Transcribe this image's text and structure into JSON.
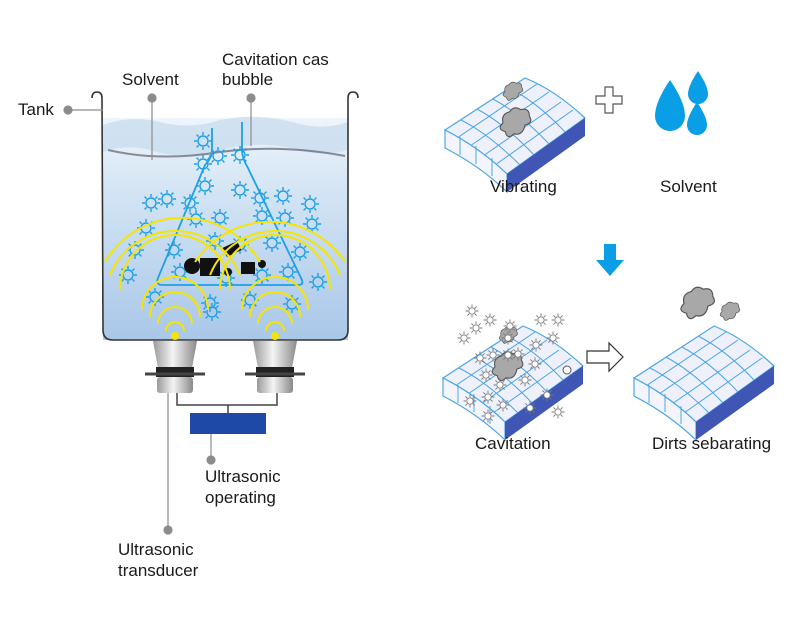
{
  "labels": {
    "tank": "Tank",
    "solvent": "Solvent",
    "cavitation_bubble_line1": "Cavitation cas",
    "cavitation_bubble_line2": "bubble",
    "ultrasonic_operating_line1": "Ultrasonic",
    "ultrasonic_operating_line2": "operating",
    "ultrasonic_transducer_line1": "Ultrasonic",
    "ultrasonic_transducer_line2": "transducer",
    "vibrating": "Vibrating",
    "solvent_right": "Solvent",
    "cavitation": "Cavitation",
    "dirts_separating": "Dirts sebarating"
  },
  "colors": {
    "bubble": "#1e9fe6",
    "wave": "#f5e500",
    "generator": "#1f49a6",
    "drop": "#0a9ee6",
    "arrow": "#0a9ee6",
    "surface_side": "#3f56b5",
    "grid_line": "#4aa6e6",
    "dirt": "#a8a8a8",
    "leader": "#8c8c8c"
  }
}
